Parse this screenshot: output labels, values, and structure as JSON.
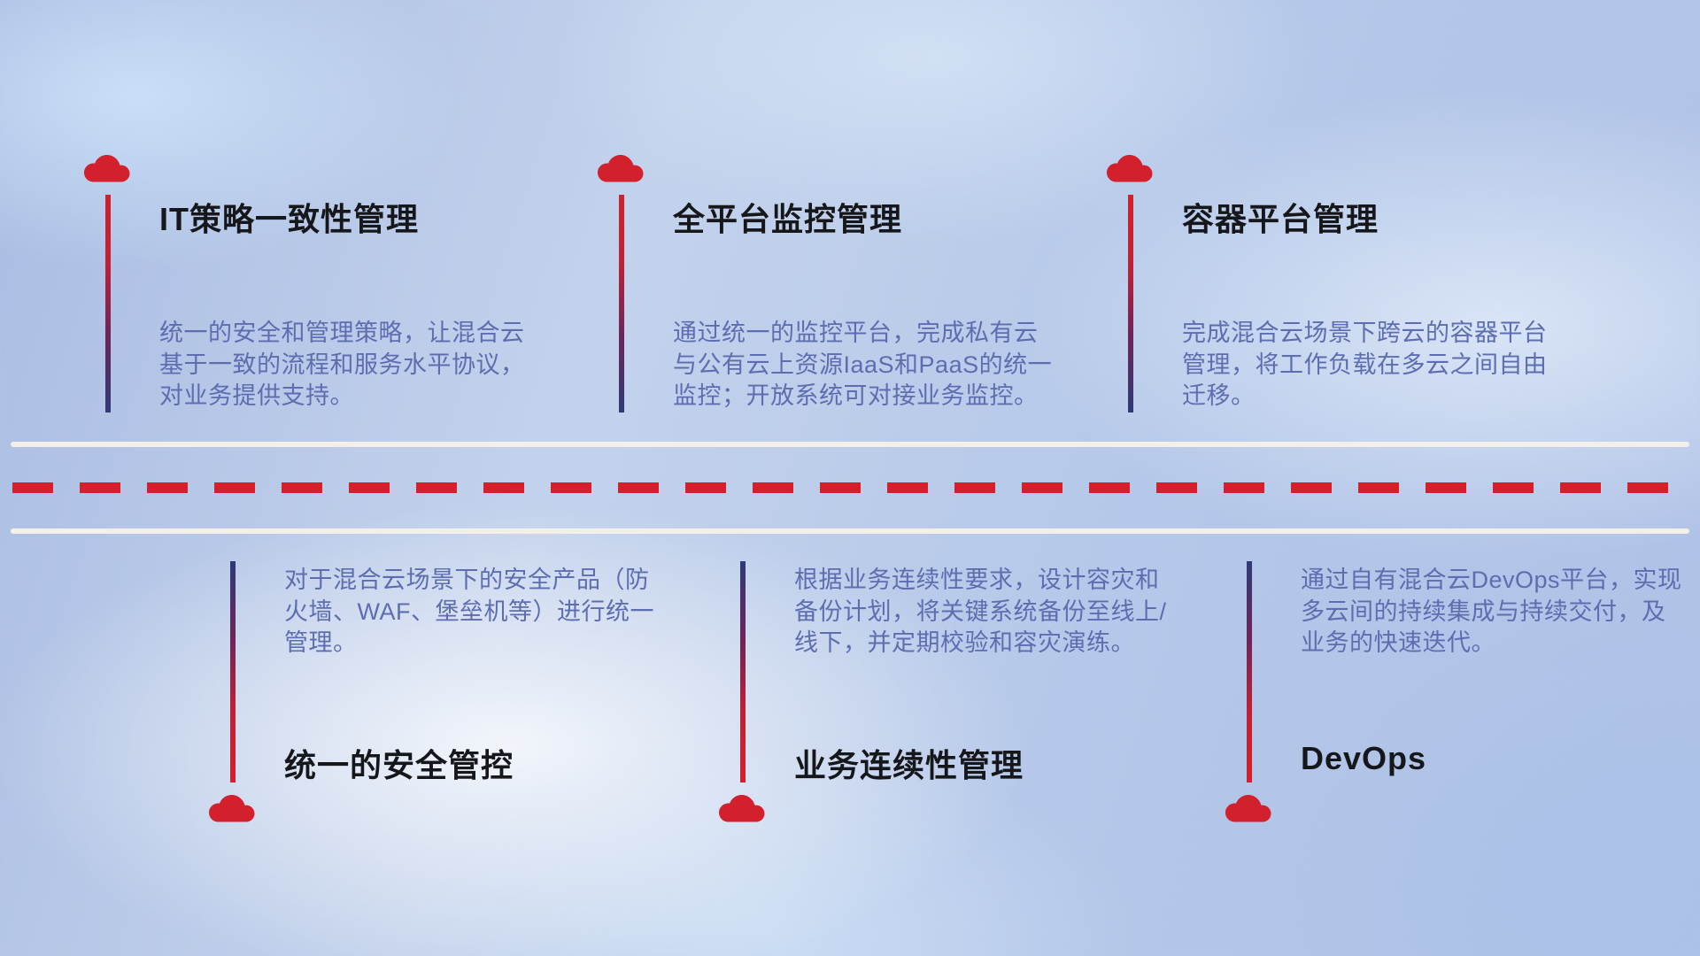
{
  "items": [
    {
      "title": "IT策略一致性管理",
      "desc": "统一的安全和管理策略，让混合云基于一致的流程和服务水平协议，对业务提供支持。"
    },
    {
      "title": "全平台监控管理",
      "desc": "通过统一的监控平台，完成私有云与公有云上资源IaaS和PaaS的统一监控；开放系统可对接业务监控。"
    },
    {
      "title": "容器平台管理",
      "desc": "完成混合云场景下跨云的容器平台管理，将工作负载在多云之间自由迁移。"
    },
    {
      "title": "统一的安全管控",
      "desc": "对于混合云场景下的安全产品（防火墙、WAF、堡垒机等）进行统一管理。"
    },
    {
      "title": "业务连续性管理",
      "desc": "根据业务连续性要求，设计容灾和备份计划，将关键系统备份至线上/线下，并定期校验和容灾演练。"
    },
    {
      "title": "DevOps",
      "desc": "通过自有混合云DevOps平台，实现多云间的持续集成与持续交付，及业务的快速迭代。"
    }
  ],
  "colors": {
    "cloud_red": "#d2202c",
    "stem_navy": "#2e3a76",
    "desc_text": "#5e6db0",
    "title_text": "#16171b",
    "road_white": "#f3f0ea",
    "dash_red": "#d2202c",
    "background_blue": "#b5c8e9"
  }
}
